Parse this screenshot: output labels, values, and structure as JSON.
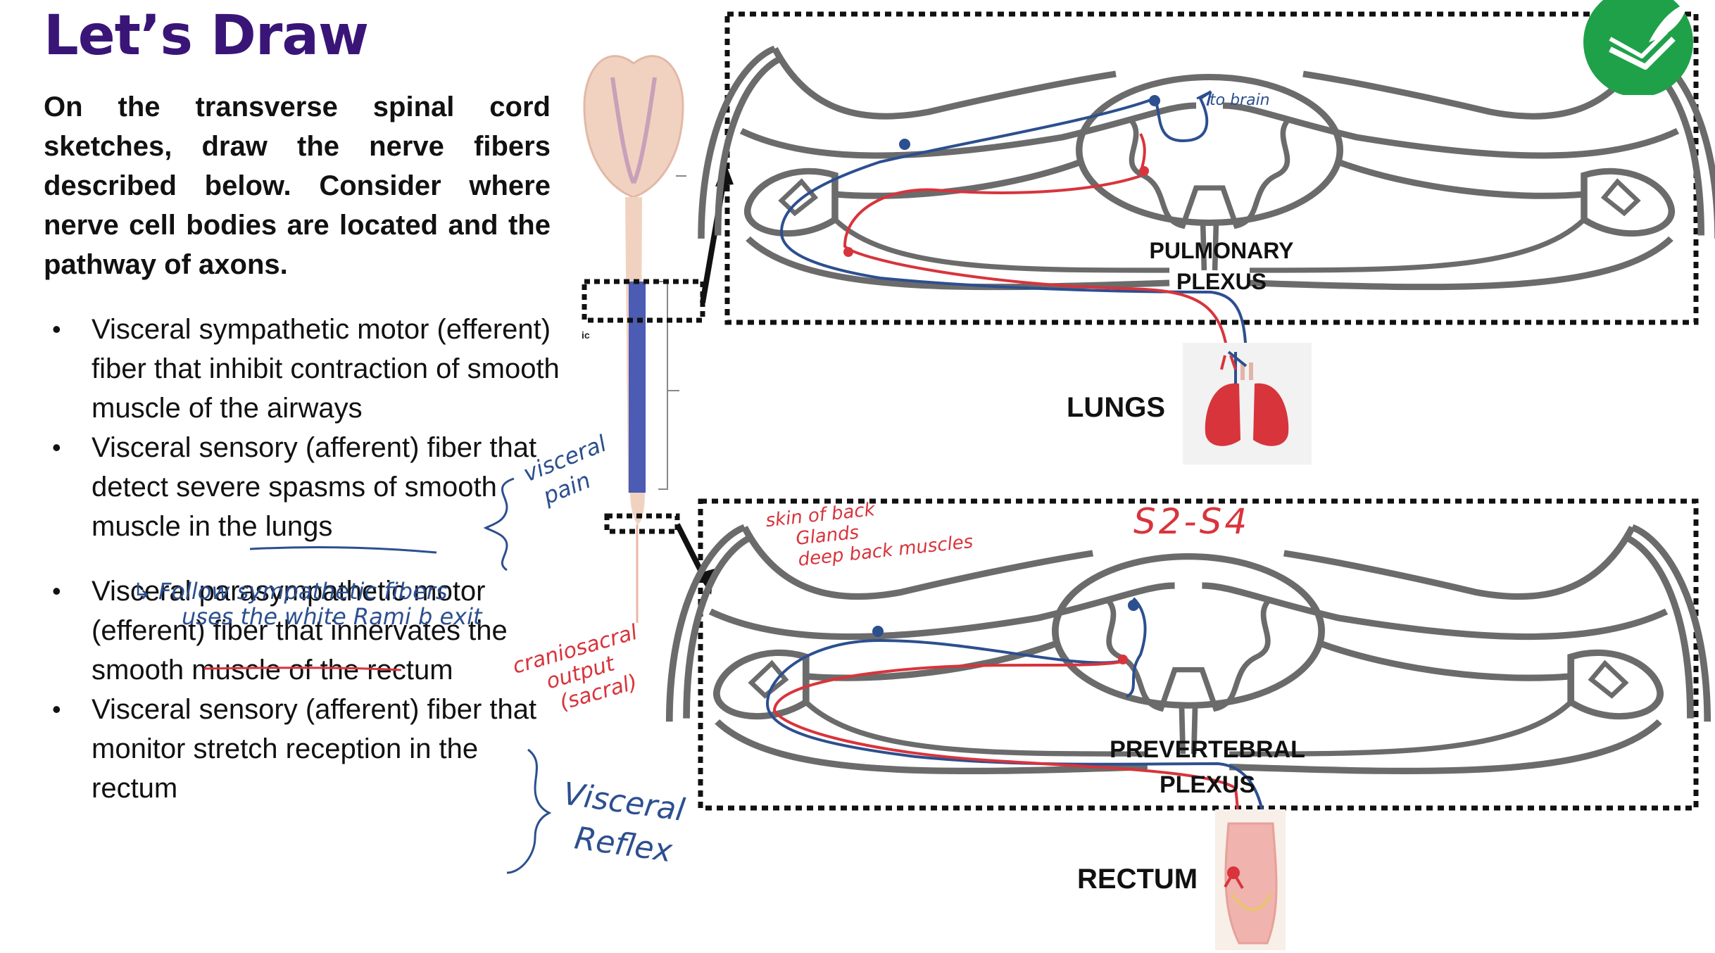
{
  "slide": {
    "title": "Let’s Draw",
    "instruction": "On the transverse spinal cord sketches, draw the nerve fibers described below. Consider where nerve cell bodies are located and the pathway of axons.",
    "bullets": [
      "Visceral sympathetic motor (efferent) fiber that inhibit contraction of smooth muscle of the airways",
      "Visceral sensory (afferent) fiber that detect severe spasms of smooth muscle in the lungs",
      "Visceral parasympathetic motor (efferent) fiber that innervates the smooth muscle of the rectum",
      "Visceral sensory (afferent) fiber that monitor stretch reception in the rectum"
    ],
    "bullet_symbol": "•"
  },
  "figure": {
    "side_letters": "ic",
    "top_diagram": {
      "plexus_label_1": "PULMONARY",
      "plexus_label_2": "PLEXUS",
      "organ_label": "LUNGS",
      "annotation_brain": "to brain"
    },
    "bottom_diagram": {
      "plexus_label_1": "PREVERTEBRAL",
      "plexus_label_2": "PLEXUS",
      "organ_label": "RECTUM",
      "annotation_level": "S2-S4",
      "annotation_skin_1": "skin of back",
      "annotation_skin_2": "Glands",
      "annotation_skin_3": "deep back muscles"
    }
  },
  "handwriting": {
    "visceral_pain_1": "visceral",
    "visceral_pain_2": "pain",
    "follow_1": "↳ Follow sympathetic fibers",
    "follow_2": "uses the white Rami b exit",
    "craniosacral_1": "craniosacral",
    "craniosacral_2": "output",
    "craniosacral_3": "(sacral)",
    "reflex_1": "Visceral",
    "reflex_2": "Reflex"
  },
  "colors": {
    "title": "#3a1578",
    "blue_ink": "#2c4f8f",
    "red_ink": "#d8343c",
    "cord_gray": "#6b6b6b",
    "logo_green": "#1fa14a"
  },
  "icons": {
    "logo": "notes-app-logo-icon",
    "lungs": "lungs-illustration-icon",
    "rectum": "rectum-illustration-icon",
    "spinal_cord": "spinal-cord-illustration-icon"
  }
}
